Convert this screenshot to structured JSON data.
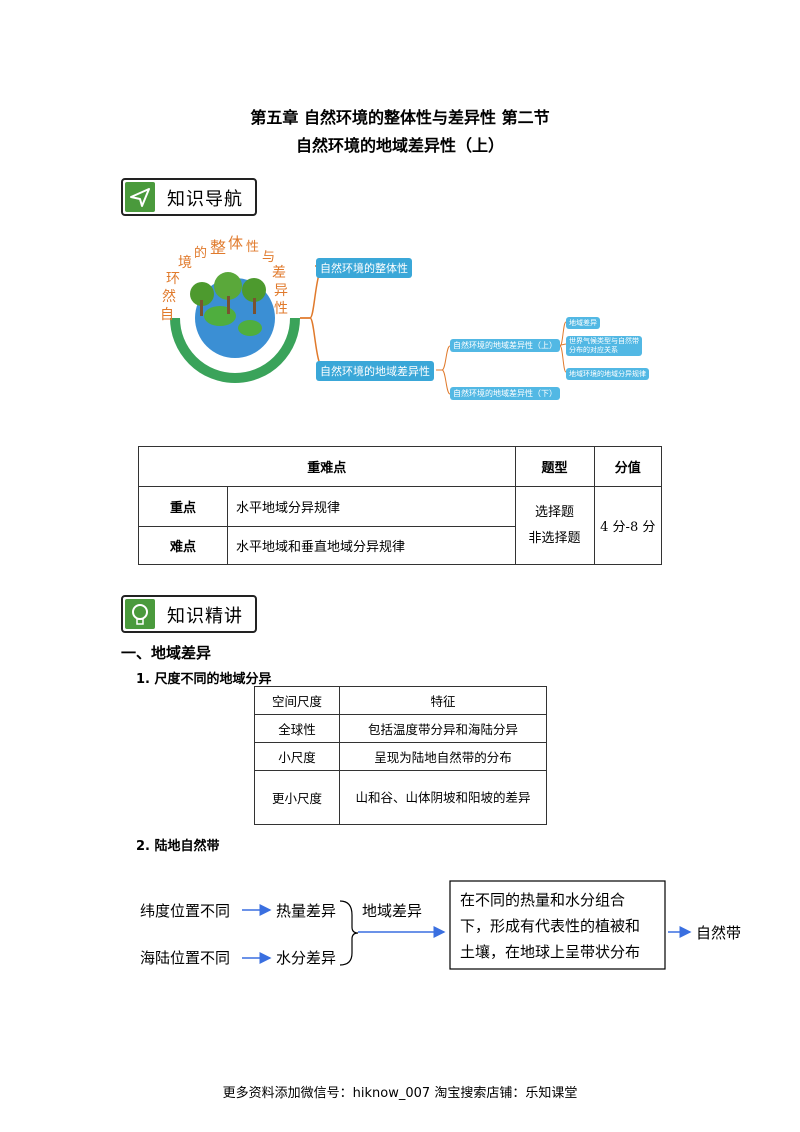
{
  "header": {
    "title_line1": "第五章  自然环境的整体性与差异性 第二节",
    "title_line2": "自然环境的地域差异性（上）"
  },
  "section_nav": {
    "label": "知识导航",
    "icon": "paper-plane-icon"
  },
  "mindmap": {
    "center_arc_chars": [
      "自",
      "然",
      "环",
      "境",
      "的",
      "整",
      "体",
      "性",
      "与",
      "差",
      "异",
      "性"
    ],
    "branch1": "自然环境的整体性",
    "branch2": "自然环境的地域差异性",
    "sub1": "自然环境的地域差异性（上）",
    "sub2": "自然环境的地域差异性（下）",
    "leaf1": "地域差异",
    "leaf2_line1": "世界气候类型与自然带",
    "leaf2_line2": "分布的对应关系",
    "leaf3": "地域环境的地域分异规律",
    "accent_orange": "#e07a2c",
    "accent_blue": "#3aa7d8"
  },
  "key_table": {
    "headers": [
      "重难点",
      "题型",
      "分值"
    ],
    "rows": [
      {
        "label": "重点",
        "content": "水平地域分异规律"
      },
      {
        "label": "难点",
        "content": "水平地域和垂直地域分异规律"
      }
    ],
    "question_type_line1": "选择题",
    "question_type_line2": "非选择题",
    "score": "4 分-8 分"
  },
  "section_detail": {
    "label": "知识精讲",
    "icon": "lightbulb-icon"
  },
  "h1": "一、地域差异",
  "h2_1": "1. 尺度不同的地域分异",
  "scale_table": {
    "headers": [
      "空间尺度",
      "特征"
    ],
    "rows": [
      [
        "全球性",
        "包括温度带分异和海陆分异"
      ],
      [
        "小尺度",
        "呈现为陆地自然带的分布"
      ],
      [
        "更小尺度",
        "山和谷、山体阴坡和阳坡的差异"
      ]
    ]
  },
  "h2_2": "2. 陆地自然带",
  "flow": {
    "cause1": "纬度位置不同",
    "effect1": "热量差异",
    "cause2": "海陆位置不同",
    "effect2": "水分差异",
    "middle": "地域差异",
    "box_line1": "在不同的热量和水分组合",
    "box_line2": "下，形成有代表性的植被和",
    "box_line3": "土壤，在地球上呈带状分布",
    "result": "自然带",
    "arrow_color": "#3a6fe0"
  },
  "footer": "更多资料添加微信号：hiknow_007    淘宝搜索店铺：乐知课堂"
}
